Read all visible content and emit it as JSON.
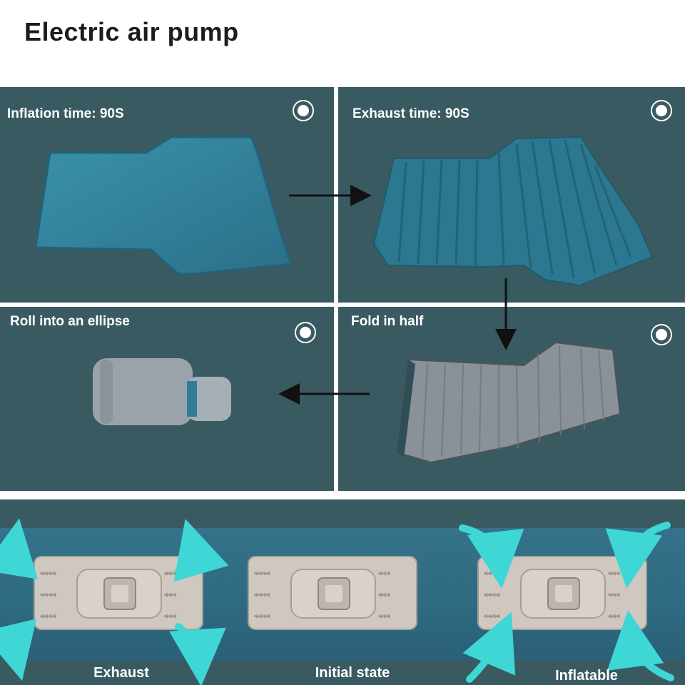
{
  "title": "Electric air pump",
  "panels": [
    {
      "label": "Inflation time: 90S"
    },
    {
      "label": "Exhaust time: 90S"
    },
    {
      "label": "Roll into an ellipse"
    },
    {
      "label": "Fold in half"
    }
  ],
  "valves": [
    {
      "label": "Exhaust"
    },
    {
      "label": "Initial state"
    },
    {
      "label": "Inflatable"
    }
  ],
  "colors": {
    "panel_background": "#3a5a62",
    "mat_teal": "#2f7e98",
    "folded_grey": "#8a9199",
    "valve_plate": "#cfc8c0",
    "arrow_cyan": "#3fd6d6"
  }
}
